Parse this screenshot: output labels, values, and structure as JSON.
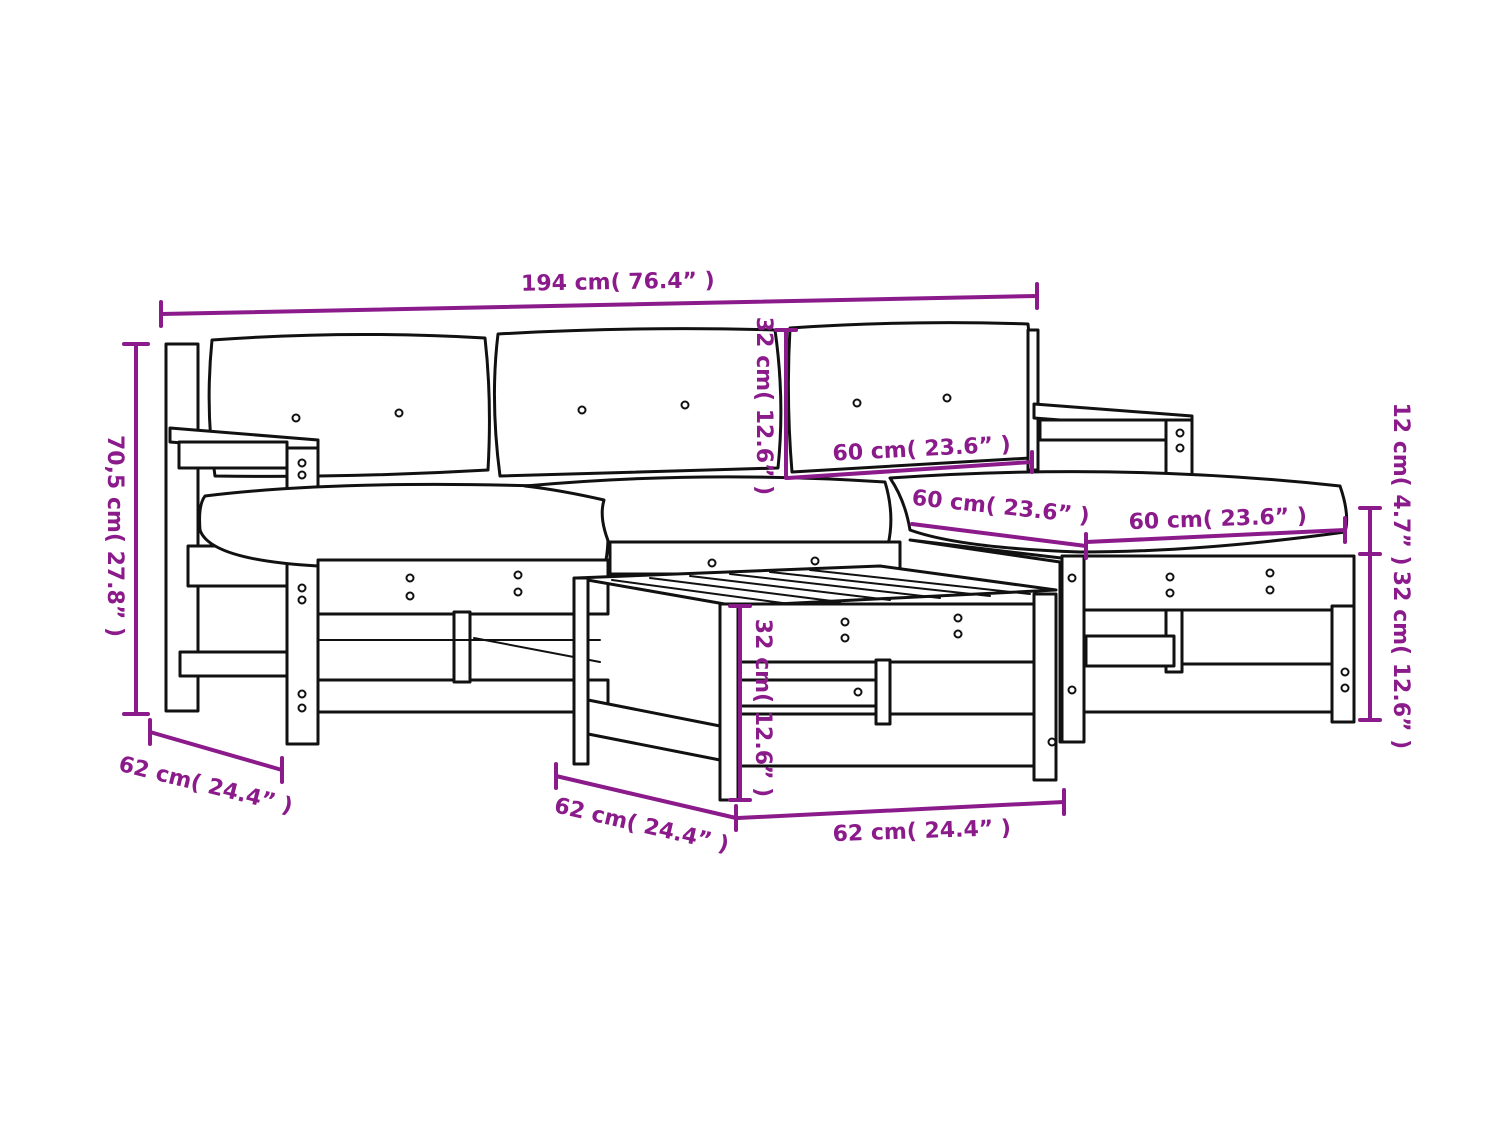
{
  "colors": {
    "dimension": "#8b1a8b",
    "outline": "#111111",
    "background": "#ffffff"
  },
  "dimensions": {
    "total_width": "194 cm( 76.4” )",
    "total_height": "70,5 cm( 27.8” )",
    "sofa_depth": "62 cm( 24.4” )",
    "backrest_height": "32 cm( 12.6” )",
    "backrest_width": "60 cm( 23.6” )",
    "cushion_thickness": "12 cm( 4.7” )",
    "seat_depth": "60 cm( 23.6” )",
    "seat_width": "60 cm( 23.6” )",
    "seat_height": "32 cm( 12.6” )",
    "footstool_depth": "62 cm( 24.4” )",
    "footstool_width": "62 cm( 24.4” )",
    "footstool_height": "32 cm( 12.6” )"
  }
}
